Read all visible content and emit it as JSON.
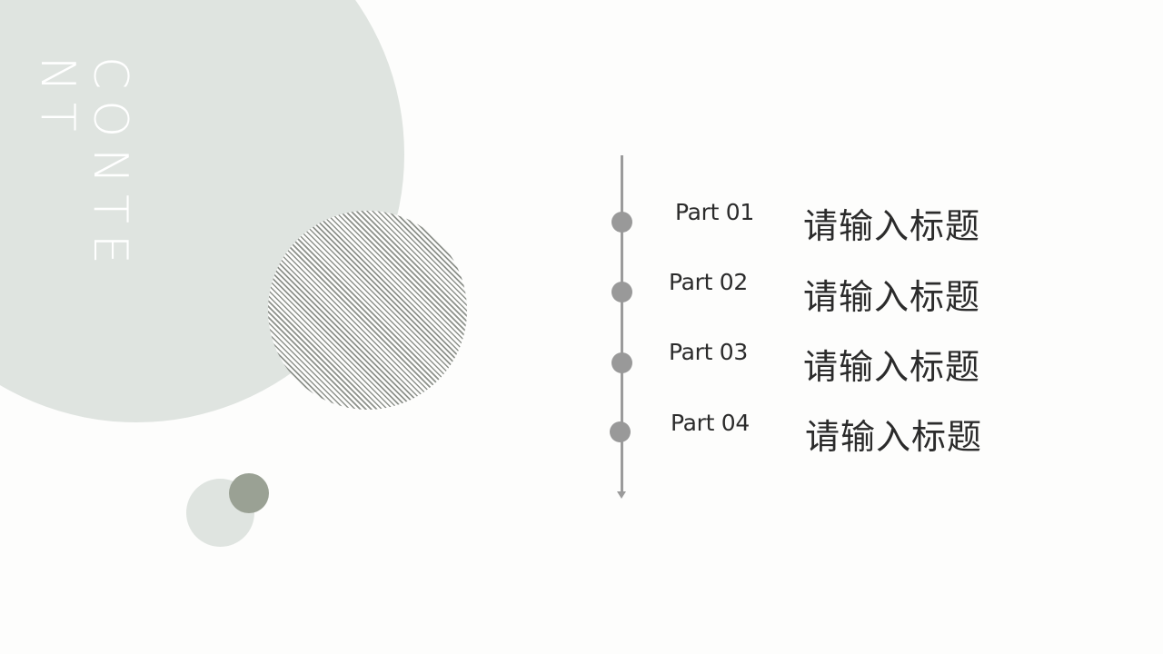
{
  "slide": {
    "heading": "CONTENT",
    "colors": {
      "background": "#fdfdfc",
      "big_circle": "#dfe4e0",
      "stripe": "#8d918b",
      "small_light_circle": "#dfe4e0",
      "small_dark_circle": "#9aa194",
      "timeline": "#9b9b9b",
      "dot": "#999999",
      "text": "#2b2b2b",
      "heading_text": "#ffffff"
    }
  },
  "timeline": {
    "items": [
      {
        "part": "Part 01",
        "title": "请输入标题"
      },
      {
        "part": "Part 02",
        "title": "请输入标题"
      },
      {
        "part": "Part 03",
        "title": "请输入标题"
      },
      {
        "part": "Part 04",
        "title": "请输入标题"
      }
    ]
  }
}
